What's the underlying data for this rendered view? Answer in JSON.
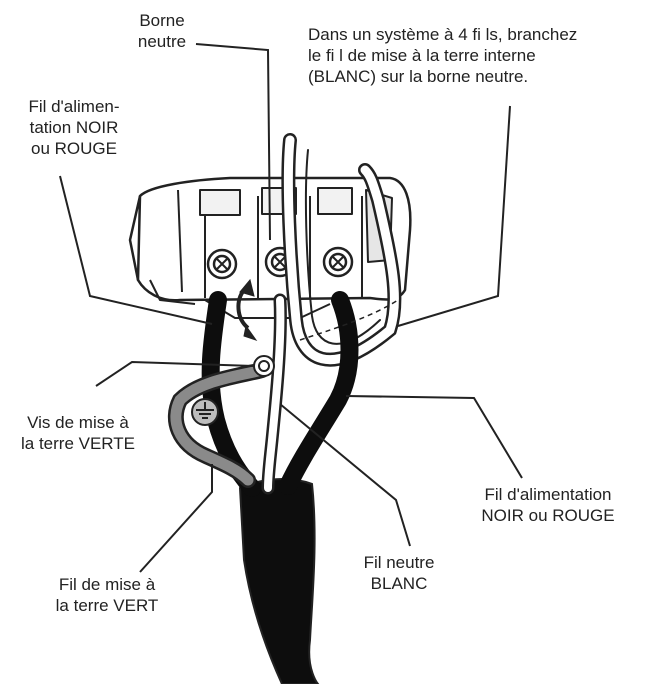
{
  "labels": {
    "neutral_terminal": [
      "Borne",
      "neutre"
    ],
    "four_wire_note": [
      "Dans un système à 4 fi ls, branchez",
      "le fi l de mise à la terre interne",
      "(BLANC) sur la borne neutre."
    ],
    "power_wire_left": [
      "Fil d'alimen-",
      "tation NOIR",
      "ou ROUGE"
    ],
    "ground_screw": [
      "Vis de mise à",
      "la terre VERTE"
    ],
    "power_wire_right": [
      "Fil d'alimentation",
      "NOIR ou ROUGE"
    ],
    "neutral_wire": [
      "Fil neutre",
      "BLANC"
    ],
    "ground_wire": [
      "Fil de mise à",
      "la terre VERT"
    ]
  },
  "colors": {
    "ink": "#222222",
    "cable": "#0d0d0d",
    "ground_wire": "#8a8a8a",
    "white_wire": "#ffffff",
    "block_fill": "#ffffff",
    "shade": "#cfcfcf"
  },
  "icons": [
    "screw-icon",
    "ground-symbol-icon",
    "rotation-arrow-icon"
  ]
}
